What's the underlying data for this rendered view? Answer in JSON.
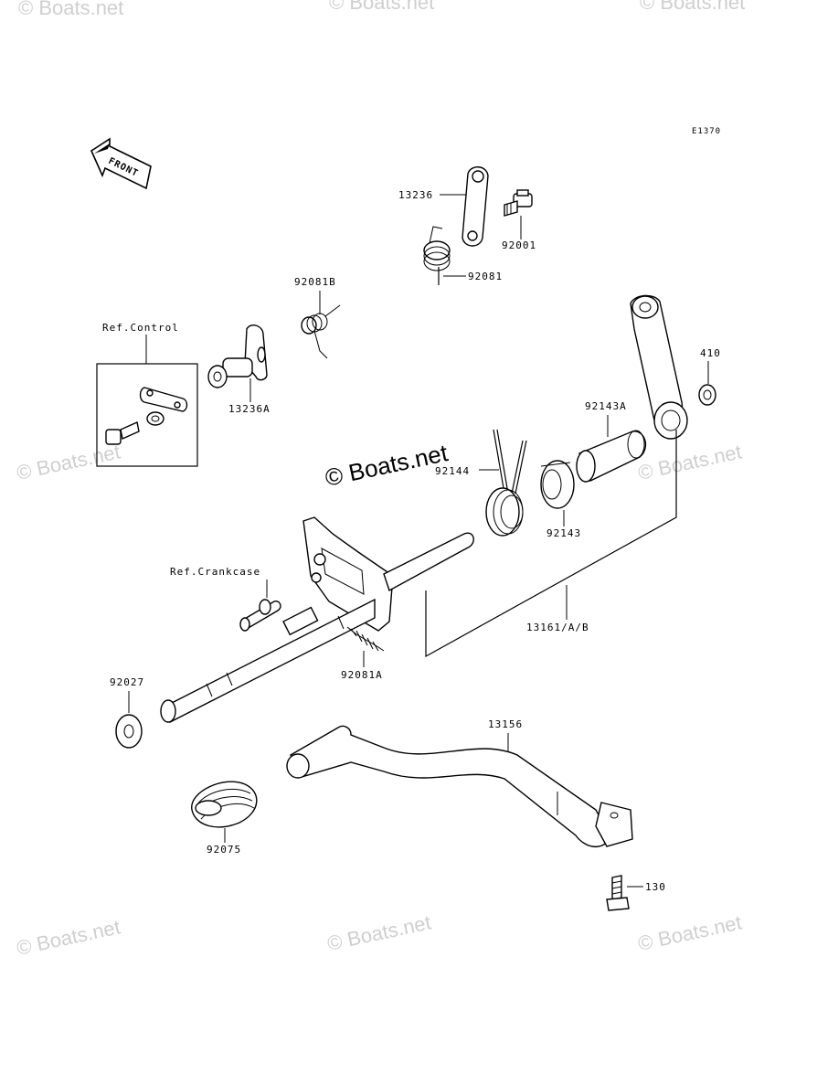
{
  "diagram_code": "E1370",
  "front_label": "FRONT",
  "watermark_text": "© Boats.net",
  "callouts": {
    "p13236": "13236",
    "p92001": "92001",
    "p92081": "92081",
    "p92081B": "92081B",
    "ref_control": "Ref.Control",
    "p13236A": "13236A",
    "p410": "410",
    "p92143A": "92143A",
    "p92144": "92144",
    "p92143": "92143",
    "ref_crankcase": "Ref.Crankcase",
    "p13161": "13161/A/B",
    "p92081A": "92081A",
    "p92027": "92027",
    "p13156": "13156",
    "p92075": "92075",
    "p130": "130"
  },
  "colors": {
    "line": "#000000",
    "watermark": "#cfcfcf",
    "background": "#ffffff"
  }
}
